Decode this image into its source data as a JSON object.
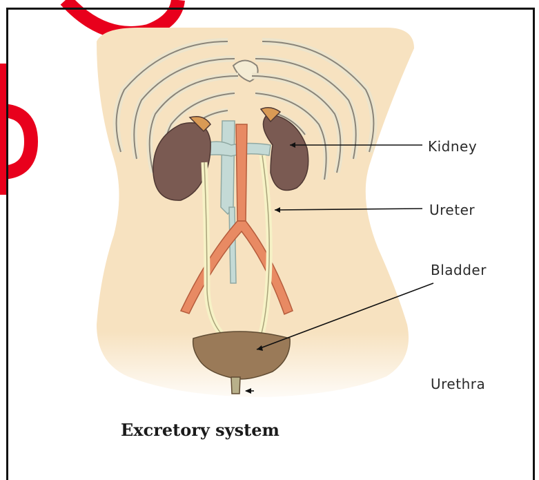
{
  "labels": {
    "kidney": "Kidney",
    "ureter": "Ureter",
    "bladder": "Bladder",
    "urethra": "Urethra"
  },
  "caption": "Excretory system",
  "colors": {
    "skin": "#f7e4c4",
    "kidney": "#7a5a52",
    "aorta": "#e88a63",
    "vein": "#c4dad6",
    "ureter": "#f6f2c6",
    "bladder": "#9a7a58",
    "watermark": "#e8001c",
    "rib_stroke": "#8a8478"
  }
}
